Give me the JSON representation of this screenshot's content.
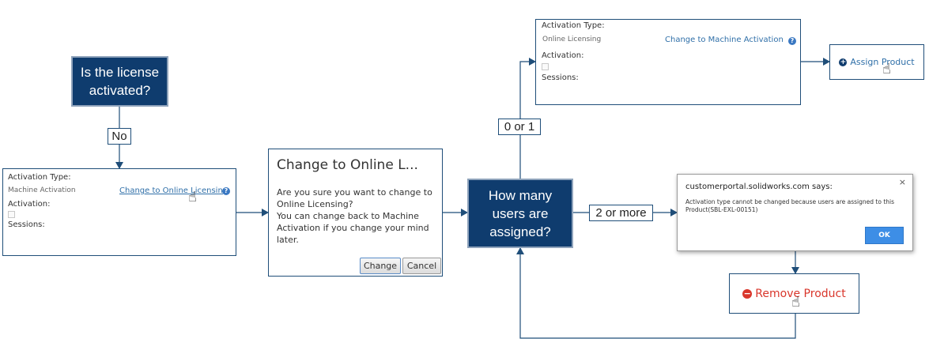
{
  "decisions": {
    "license_activated": "Is the license activated?",
    "users_assigned": "How many users are assigned?"
  },
  "edge_labels": {
    "no": "No",
    "zero_or_one": "0 or 1",
    "two_or_more": "2 or more"
  },
  "machine_panel": {
    "activation_type_label": "Activation Type:",
    "activation_type_value": "Machine Activation",
    "change_link": "Change to Online Licensing",
    "activation_label": "Activation:",
    "sessions_label": "Sessions:"
  },
  "online_panel": {
    "activation_type_label": "Activation Type:",
    "activation_type_value": "Online Licensing",
    "change_link": "Change to Machine Activation",
    "activation_label": "Activation:",
    "sessions_label": "Sessions:"
  },
  "confirm_dialog": {
    "title": "Change to Online L...",
    "line1": "Are you sure you want to change to Online Licensing?",
    "line2": "You can change back to Machine Activation if you change your mind later.",
    "change_button": "Change",
    "cancel_button": "Cancel"
  },
  "alert_dialog": {
    "title": "customerportal.solidworks.com says:",
    "message": "Activation type cannot be changed because users are assigned to this Product(SBL-EXL-00151)",
    "ok_button": "OK",
    "close_glyph": "×"
  },
  "actions": {
    "assign_product": "Assign Product",
    "remove_product": "Remove Product"
  },
  "icons": {
    "help": "?",
    "plus": "+",
    "minus": "−",
    "hand_cursor": "☝"
  },
  "colors": {
    "decision_fill": "#0f3c6e",
    "connector": "#1f4e79",
    "link": "#2f6fa8",
    "remove": "#d9362b",
    "ok_button": "#3d8ee6"
  }
}
